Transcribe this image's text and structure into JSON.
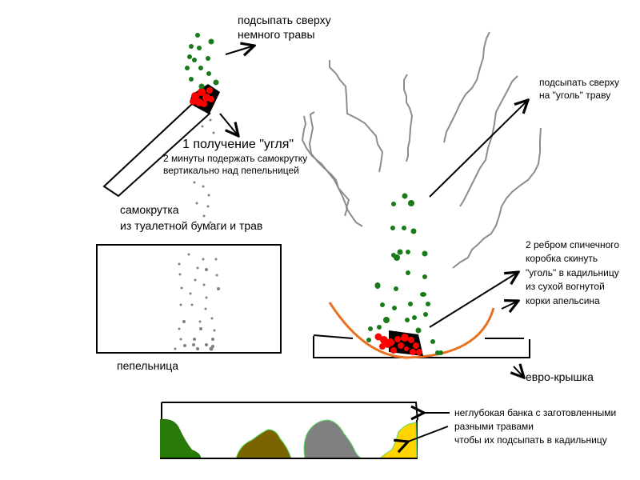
{
  "diagram": {
    "labels": {
      "top_herbs": [
        "подсыпать сверху",
        "немного травы"
      ],
      "step1_title": "1 получение \"угля\"",
      "step1_note": [
        "2 минуты подержать самокрутку",
        "вертикально над пепельницей"
      ],
      "roll": [
        "самокрутка",
        "из туалетной бумаги и трав"
      ],
      "ashtray": "пепельница",
      "right_herbs": [
        "подсыпать сверху",
        "на \"уголь\" траву"
      ],
      "step2": [
        "2 ребром спичечного",
        "коробка скинуть",
        "\"уголь\" в кадильницу",
        "из сухой вогнутой",
        "корки апельсина"
      ],
      "euro_lid": "евро-крышка",
      "jar": [
        "неглубокая банка с заготовленными",
        "разными травами",
        "чтобы их подсыпать в кадильницу"
      ]
    },
    "colors": {
      "herb_green": "#1a7a1a",
      "ember_red": "#ff0000",
      "ash_gray": "#808080",
      "smoke_gray": "#8c8c8c",
      "orange_peel": "#e8701e",
      "jar_green": "#2a7a0a",
      "jar_olive": "#7a6400",
      "jar_gray": "#808080",
      "jar_yellow": "#ffd400",
      "jar_outline": "#55dd55"
    },
    "jar_herbs": [
      "dark-green herb",
      "olive herb",
      "gray herb",
      "yellow herb"
    ]
  }
}
